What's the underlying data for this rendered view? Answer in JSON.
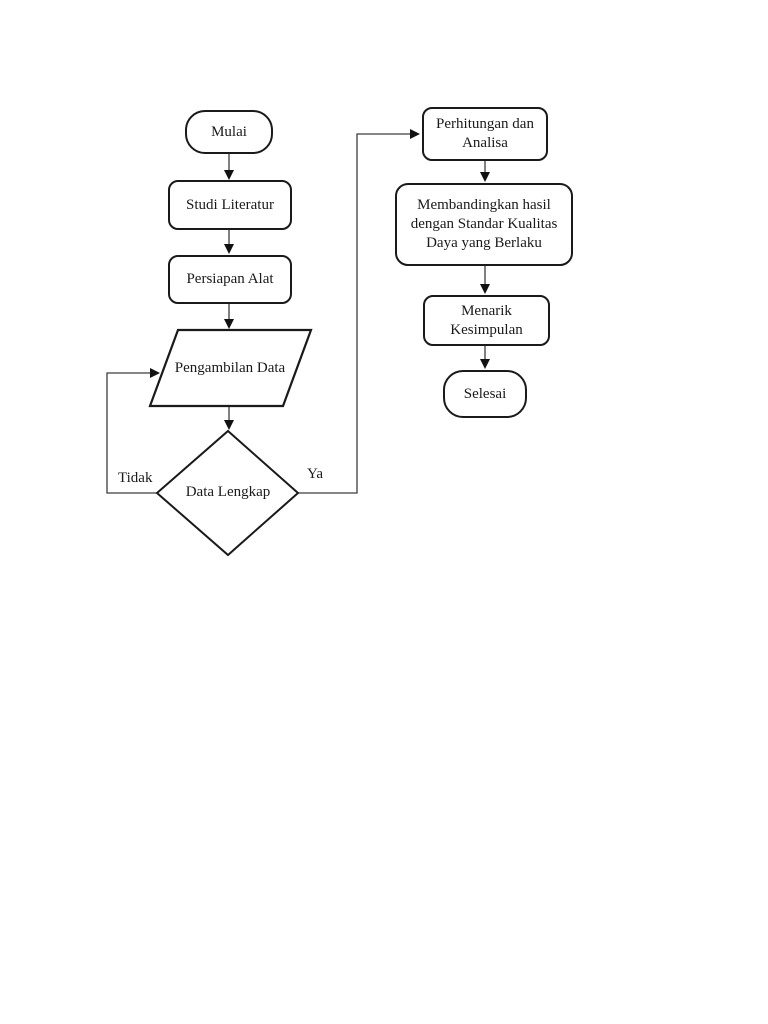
{
  "diagram": {
    "title": "Research methodology flowchart",
    "language": "Indonesian",
    "nodes": {
      "mulai": {
        "label": "Mulai",
        "shape": "terminator"
      },
      "studi_literatur": {
        "label": "Studi Literatur",
        "shape": "process"
      },
      "persiapan_alat": {
        "label": "Persiapan Alat",
        "shape": "process"
      },
      "pengambilan_data": {
        "label": "Pengambilan Data",
        "shape": "input-output-parallelogram"
      },
      "data_lengkap": {
        "label": "Data Lengkap",
        "shape": "decision-diamond"
      },
      "perhitungan_dan_analisa": {
        "label": "Perhitungan dan Analisa",
        "shape": "process"
      },
      "membandingkan_hasil": {
        "label": "Membandingkan hasil dengan Standar Kualitas Daya yang Berlaku",
        "shape": "process"
      },
      "menarik_kesimpulan": {
        "label": "Menarik Kesimpulan",
        "shape": "process"
      },
      "selesai": {
        "label": "Selesai",
        "shape": "terminator"
      }
    },
    "edges": [
      {
        "from": "mulai",
        "to": "studi_literatur"
      },
      {
        "from": "studi_literatur",
        "to": "persiapan_alat"
      },
      {
        "from": "persiapan_alat",
        "to": "pengambilan_data"
      },
      {
        "from": "pengambilan_data",
        "to": "data_lengkap"
      },
      {
        "from": "data_lengkap",
        "to": "pengambilan_data",
        "label": "Tidak"
      },
      {
        "from": "data_lengkap",
        "to": "perhitungan_dan_analisa",
        "label": "Ya"
      },
      {
        "from": "perhitungan_dan_analisa",
        "to": "membandingkan_hasil"
      },
      {
        "from": "membandingkan_hasil",
        "to": "menarik_kesimpulan"
      },
      {
        "from": "menarik_kesimpulan",
        "to": "selesai"
      }
    ],
    "colors": {
      "background": "#ffffff",
      "shape_stroke": "#1a1a1a",
      "shape_fill": "#ffffff",
      "connector": "#3d3d3d",
      "arrowhead": "#111111",
      "text": "#1a1a1a"
    }
  }
}
